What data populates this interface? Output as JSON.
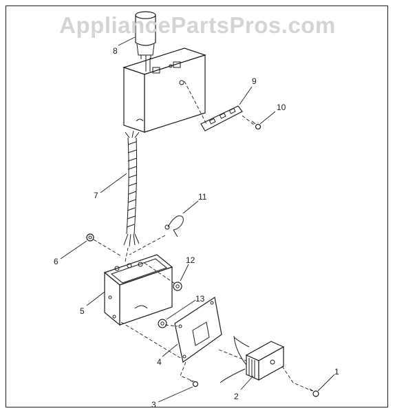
{
  "watermark": "AppliancePartsPros.com",
  "callouts": [
    {
      "id": "1",
      "label": "1"
    },
    {
      "id": "2",
      "label": "2"
    },
    {
      "id": "3",
      "label": "3"
    },
    {
      "id": "4",
      "label": "4"
    },
    {
      "id": "5",
      "label": "5"
    },
    {
      "id": "6",
      "label": "6"
    },
    {
      "id": "7",
      "label": "7"
    },
    {
      "id": "8",
      "label": "8"
    },
    {
      "id": "9",
      "label": "9"
    },
    {
      "id": "10",
      "label": "10"
    },
    {
      "id": "11",
      "label": "11"
    },
    {
      "id": "12",
      "label": "12"
    },
    {
      "id": "13",
      "label": "13"
    }
  ],
  "colors": {
    "line": "#1a1a1a",
    "watermark": "#d4d4d4",
    "background": "#ffffff"
  }
}
